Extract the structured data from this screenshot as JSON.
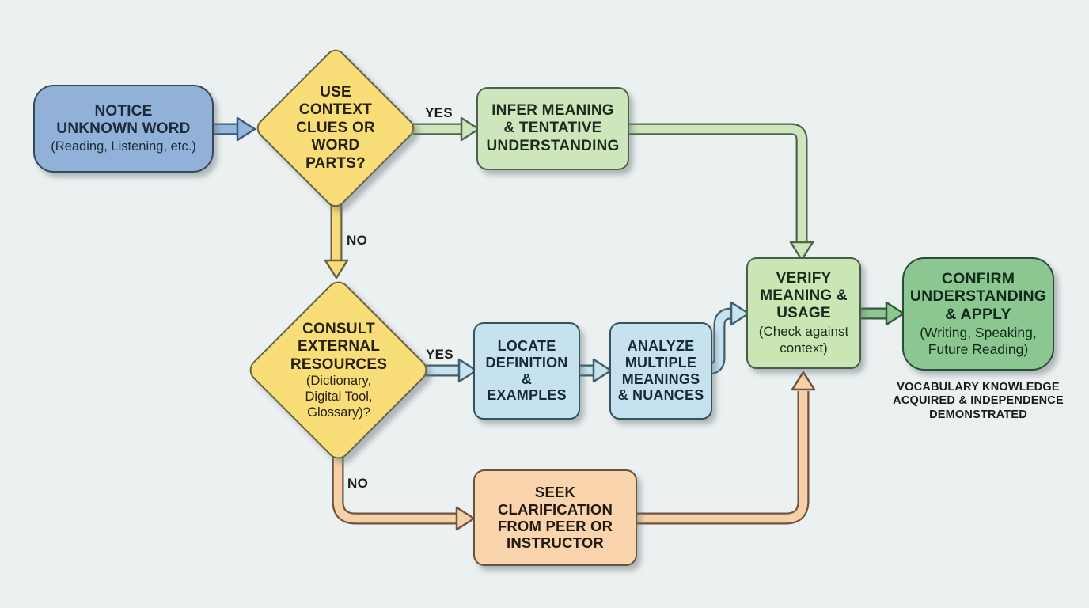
{
  "nodes": {
    "notice": {
      "title": "NOTICE\nUNKNOWN WORD",
      "subtitle": "(Reading, Listening, etc.)",
      "fill": "#92b1d8"
    },
    "use_context": {
      "title": "USE\nCONTEXT\nCLUES OR\nWORD\nPARTS?",
      "fill": "#f8dd79"
    },
    "infer": {
      "title": "INFER MEANING\n& TENTATIVE\nUNDERSTANDING",
      "fill": "#cfe6bd"
    },
    "consult": {
      "title": "CONSULT\nEXTERNAL\nRESOURCES",
      "subtitle": "(Dictionary,\nDigital Tool,\nGlossary)?",
      "fill": "#f8dd79"
    },
    "locate": {
      "title": "LOCATE\nDEFINITION\n& EXAMPLES",
      "fill": "#c5e2ee"
    },
    "analyze": {
      "title": "ANALYZE\nMULTIPLE\nMEANINGS\n& NUANCES",
      "fill": "#c5e2ee"
    },
    "verify": {
      "title": "VERIFY\nMEANING &\nUSAGE",
      "subtitle": "(Check against\ncontext)",
      "fill": "#cbe6b5"
    },
    "confirm": {
      "title": "CONFIRM\nUNDERSTANDING\n& APPLY",
      "subtitle": "(Writing, Speaking,\nFuture Reading)",
      "fill": "#8cc791"
    },
    "seek": {
      "title": "SEEK\nCLARIFICATION\nFROM PEER OR\nINSTRUCTOR",
      "fill": "#fad4ad"
    }
  },
  "edge_labels": {
    "yes1": "YES",
    "no1": "NO",
    "yes2": "YES",
    "no2": "NO"
  },
  "caption": "VOCABULARY KNOWLEDGE\nACQUIRED & INDEPENDENCE\nDEMONSTRATED",
  "colors": {
    "background": "#ebf1f0",
    "blue_node": "#92b1d8",
    "yellow_decision": "#f8dd79",
    "light_green_node": "#cfe6bd",
    "light_blue_node": "#c5e2ee",
    "verify_green": "#cbe6b5",
    "confirm_green": "#8cc791",
    "orange_node": "#fad4ad"
  }
}
